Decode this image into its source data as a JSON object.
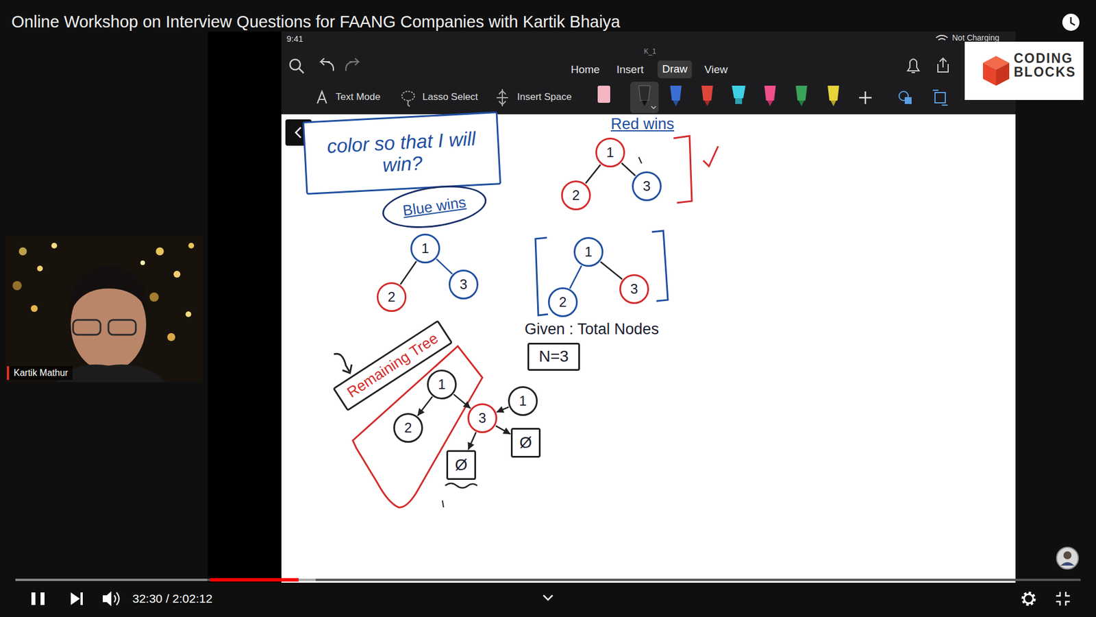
{
  "diagram": {
    "title": "Online Workshop on Interview Questions for FAANG Companies with Kartik Bhaiya",
    "nodes": [
      {
        "text": [
          "color so that I will win?"
        ]
      },
      {
        "text": [
          "1"
        ]
      },
      {
        "text": [
          "2"
        ]
      },
      {
        "text": [
          "3"
        ]
      },
      {
        "text": [
          "Blue wins"
        ]
      },
      {
        "text": [
          "1"
        ]
      },
      {
        "text": [
          "2"
        ]
      },
      {
        "text": [
          "3"
        ]
      },
      {
        "text": [
          "1"
        ]
      },
      {
        "text": [
          "2"
        ]
      },
      {
        "text": [
          "3"
        ]
      },
      {
        "text": [
          "N=3"
        ]
      },
      {
        "text": [
          "Remaining Tree"
        ]
      },
      {
        "text": [
          "1"
        ]
      },
      {
        "text": [
          "2"
        ]
      },
      {
        "text": [
          "3"
        ]
      },
      {
        "text": [
          "1"
        ]
      },
      {
        "text": [
          "Ø"
        ]
      },
      {
        "text": [
          "Ø"
        ]
      }
    ],
    "edges": [
      {
        "from": 1,
        "to": 2,
        "arrow": "none"
      },
      {
        "from": 1,
        "to": 3,
        "arrow": "none"
      },
      {
        "from": 5,
        "to": 6,
        "arrow": "none"
      },
      {
        "from": 5,
        "to": 7,
        "arrow": "none"
      },
      {
        "from": 8,
        "to": 9,
        "arrow": "none"
      },
      {
        "from": 8,
        "to": 10,
        "arrow": "none"
      },
      {
        "from": 13,
        "to": 14,
        "arrow": "to"
      },
      {
        "from": 13,
        "to": 15,
        "arrow": "to"
      },
      {
        "from": 16,
        "to": 15,
        "arrow": "to"
      },
      {
        "from": 15,
        "to": 17,
        "arrow": "to"
      },
      {
        "from": 15,
        "to": 18,
        "arrow": "to"
      }
    ],
    "labels": [
      "9:41",
      "K_1",
      "Not Charging",
      "Home",
      "Insert",
      "Draw",
      "View",
      "Text Mode",
      "Lasso Select",
      "Insert Space",
      "CODING BLOCKS",
      "Red wins",
      "Given : Total Nodes",
      "Kartik Mathur",
      "32:30 / 2:02:12"
    ]
  }
}
